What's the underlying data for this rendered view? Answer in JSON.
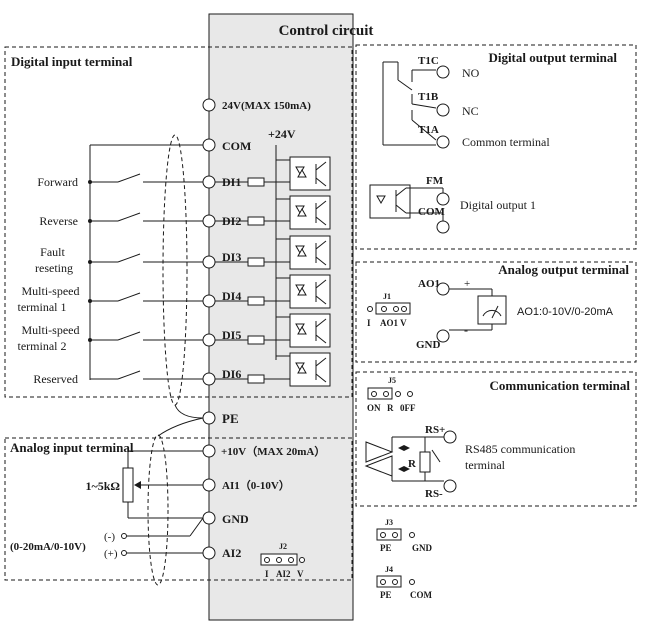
{
  "title": "Control circuit",
  "sections": {
    "digital_input": "Digital input terminal",
    "analog_input": "Analog input terminal",
    "digital_output": "Digital output terminal",
    "analog_output": "Analog output terminal",
    "communication": "Communication terminal"
  },
  "power": {
    "v24": "24V(MAX 150mA)",
    "com": "COM",
    "plus24": "+24V",
    "pe": "PE"
  },
  "digital_inputs": [
    {
      "terminal": "DI1",
      "label": "Forward"
    },
    {
      "terminal": "DI2",
      "label": "Reverse"
    },
    {
      "terminal": "DI3",
      "label_line1": "Fault",
      "label_line2": "reseting"
    },
    {
      "terminal": "DI4",
      "label_line1": "Multi-speed",
      "label_line2": "terminal 1"
    },
    {
      "terminal": "DI5",
      "label_line1": "Multi-speed",
      "label_line2": "terminal 2"
    },
    {
      "terminal": "DI6",
      "label": "Reserved"
    }
  ],
  "analog_inputs": {
    "v10": "+10V（MAX 20mA）",
    "ai1": "AI1（0-10V）",
    "gnd": "GND",
    "ai2": "AI2",
    "pot": "1~5kΩ",
    "minus": "(-)",
    "plus": "(+)",
    "range": "(0-20mA/0-10V)",
    "j2": {
      "name": "J2",
      "left": "I",
      "mid": "AI2",
      "right": "V"
    }
  },
  "digital_output": {
    "t1c": "T1C",
    "t1b": "T1B",
    "t1a": "T1A",
    "no": "NO",
    "nc": "NC",
    "common": "Common terminal",
    "fm": "FM",
    "com": "COM",
    "do1": "Digital output 1"
  },
  "analog_output": {
    "ao1": "AO1",
    "gnd": "GND",
    "plus": "+",
    "minus": "-",
    "meter_label": "AO1:0-10V/0-20mA",
    "j1": {
      "name": "J1",
      "left": "I",
      "right": "AO1 V"
    }
  },
  "communication": {
    "j5": {
      "name": "J5",
      "on": "ON",
      "r": "R",
      "off": "0FF"
    },
    "rs_plus": "RS+",
    "rs_minus": "RS-",
    "r": "R",
    "label_line1": "RS485 communication",
    "label_line2": "terminal"
  },
  "jumpers": {
    "j3": {
      "name": "J3",
      "left": "PE",
      "right": "GND"
    },
    "j4": {
      "name": "J4",
      "left": "PE",
      "right": "COM"
    }
  }
}
